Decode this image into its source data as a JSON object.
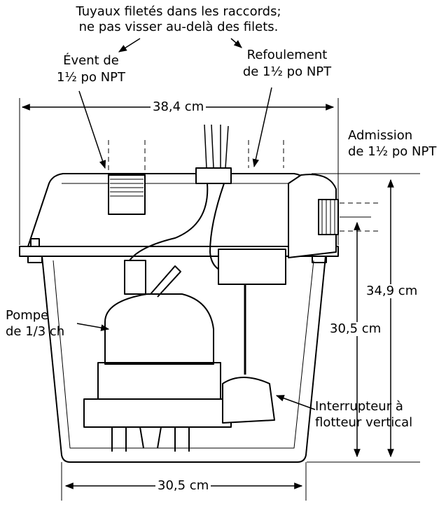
{
  "labels": {
    "note_line1": "Tuyaux filetés dans les raccords;",
    "note_line2": "ne pas visser au-delà des filets.",
    "vent_line1": "Évent de",
    "vent_line2": "1½ po NPT",
    "discharge_line1": "Refoulement",
    "discharge_line2": "de 1½ po NPT",
    "inlet_line1": "Admission",
    "inlet_line2": "de 1½ po NPT",
    "pump_line1": "Pompe",
    "pump_line2": "de 1/3 ch",
    "float_line1": "Interrupteur à",
    "float_line2": "flotteur vertical"
  },
  "dimensions": {
    "top_width": "38,4 cm",
    "bottom_width": "30,5 cm",
    "height_tall": "34,9 cm",
    "height_short": "30,5 cm"
  }
}
